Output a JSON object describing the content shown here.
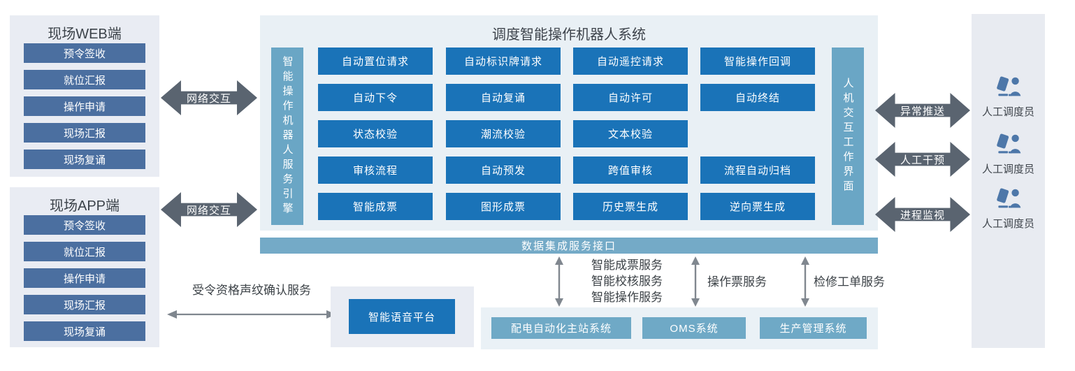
{
  "colors": {
    "accent_blue": "#1a73b8",
    "steel_blue": "#4b6fa0",
    "teal_bar": "#6aa6c5",
    "teal_box": "#6fa9c6",
    "arrow_dark": "#5a6470",
    "arrow_gray": "#80878f",
    "panel_gray": "#e9ecf3",
    "panel_blue": "#e9f0f5"
  },
  "web_panel": {
    "title": "现场WEB端",
    "items": [
      "预令签收",
      "就位汇报",
      "操作申请",
      "现场汇报",
      "现场复诵"
    ]
  },
  "app_panel": {
    "title": "现场APP端",
    "items": [
      "预令签收",
      "就位汇报",
      "操作申请",
      "现场汇报",
      "现场复诵"
    ]
  },
  "labels": {
    "network": "网络交互"
  },
  "system": {
    "title": "调度智能操作机器人系统",
    "left_bar": "智能操作机器人服务引擎",
    "right_bar": "人机交互工作界面",
    "rows": [
      [
        "自动置位请求",
        "自动标识牌请求",
        "自动遥控请求",
        "智能操作回调"
      ],
      [
        "自动下令",
        "自动复诵",
        "自动许可",
        "自动终结"
      ],
      [
        "状态校验",
        "潮流校验",
        "文本校验",
        null
      ],
      [
        "审核流程",
        "自动预发",
        "跨值审核",
        "流程自动归档"
      ],
      [
        "智能成票",
        "图形成票",
        "历史票生成",
        "逆向票生成"
      ]
    ]
  },
  "data_bar": {
    "label": "数据集成服务接口"
  },
  "integration": {
    "groups": [
      {
        "lines": [
          "智能成票服务",
          "智能校核服务",
          "智能操作服务"
        ]
      },
      {
        "lines": [
          "操作票服务"
        ]
      },
      {
        "lines": [
          "检修工单服务"
        ]
      }
    ],
    "systems": [
      "配电自动化主站系统",
      "OMS系统",
      "生产管理系统"
    ]
  },
  "voice": {
    "service_label": "受令资格声纹确认服务",
    "platform": "智能语音平台"
  },
  "right_side": {
    "arrows": [
      "异常推送",
      "人工干预",
      "进程监视"
    ],
    "operator": "人工调度员"
  }
}
